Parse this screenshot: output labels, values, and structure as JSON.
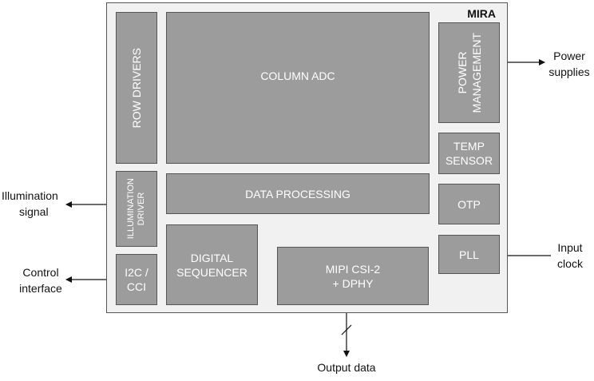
{
  "chip": {
    "title": "MIRA"
  },
  "blocks": {
    "row_drivers": "ROW DRIVERS",
    "column_adc": "COLUMN ADC",
    "power_management": [
      "POWER",
      "MANAGEMENT"
    ],
    "temp_sensor": [
      "TEMP",
      "SENSOR"
    ],
    "illumination_driver": [
      "ILLUMINATION",
      "DRIVER"
    ],
    "data_processing": "DATA PROCESSING",
    "otp": "OTP",
    "digital_sequencer": [
      "DIGITAL",
      "SEQUENCER"
    ],
    "mipi": [
      "MIPI CSI-2",
      "+ DPHY"
    ],
    "pll": "PLL",
    "i2c": [
      "I2C /",
      "CCI"
    ]
  },
  "external": {
    "power_supplies": [
      "Power",
      "supplies"
    ],
    "illumination_signal": [
      "Illumination",
      "signal"
    ],
    "input_clock": [
      "Input",
      "clock"
    ],
    "control_interface": [
      "Control",
      "interface"
    ],
    "output_data": "Output data"
  }
}
